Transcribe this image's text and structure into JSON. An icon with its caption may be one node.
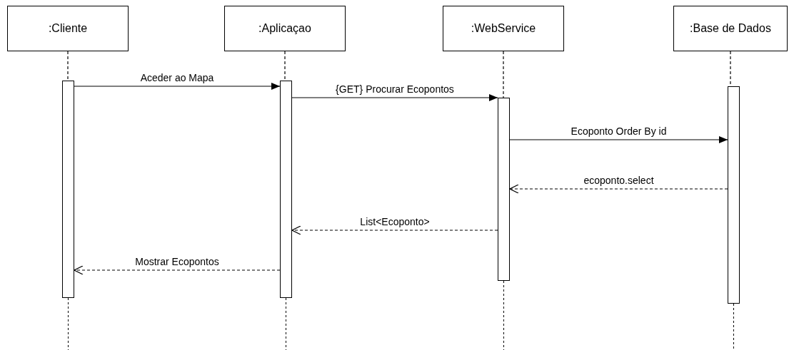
{
  "diagram": {
    "nodes": [
      {
        "text": [
          ":Cliente"
        ]
      },
      {
        "text": [
          ":Aplicaçao"
        ]
      },
      {
        "text": [
          ":WebService"
        ]
      },
      {
        "text": [
          ":Base de Dados"
        ]
      },
      {
        "text": [],
        "shape": "bar"
      },
      {
        "text": [],
        "shape": "bar"
      },
      {
        "text": [],
        "shape": "bar"
      },
      {
        "text": [],
        "shape": "bar"
      }
    ],
    "edges": [
      {
        "from": 4,
        "to": 5,
        "arrow": "to",
        "label": "Aceder ao Mapa"
      },
      {
        "from": 5,
        "to": 6,
        "arrow": "to",
        "label": "{GET} Procurar Ecopontos"
      },
      {
        "from": 6,
        "to": 7,
        "arrow": "to",
        "label": "Ecoponto Order By id"
      },
      {
        "from": 7,
        "to": 6,
        "arrow": "to",
        "label": "ecoponto.select",
        "style": "dashed"
      },
      {
        "from": 6,
        "to": 5,
        "arrow": "to",
        "label": "List<Ecoponto>",
        "style": "dashed"
      },
      {
        "from": 5,
        "to": 4,
        "arrow": "to",
        "label": "Mostrar Ecopontos",
        "style": "dashed"
      },
      {
        "from": 0,
        "to": 4,
        "arrow": "none",
        "style": "dashed"
      },
      {
        "from": 1,
        "to": 5,
        "arrow": "none",
        "style": "dashed"
      },
      {
        "from": 2,
        "to": 6,
        "arrow": "none",
        "style": "dashed"
      },
      {
        "from": 3,
        "to": 7,
        "arrow": "none",
        "style": "dashed"
      }
    ]
  }
}
